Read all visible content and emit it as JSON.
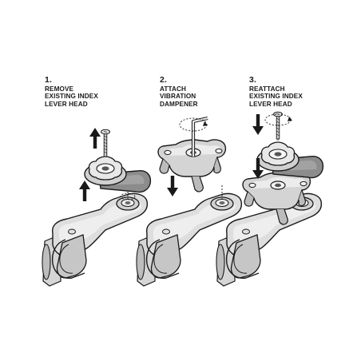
{
  "steps": [
    {
      "number": "1.",
      "lines": [
        "REMOVE",
        "EXISTING INDEX",
        "LEVER HEAD"
      ]
    },
    {
      "number": "2.",
      "lines": [
        "ATTACH",
        "VIBRATION",
        "DAMPENER"
      ]
    },
    {
      "number": "3.",
      "lines": [
        "REATTACH",
        "EXISTING INDEX",
        "LEVER HEAD"
      ]
    }
  ],
  "colors": {
    "outline": "#1a1a1a",
    "metal_light": "#e6e6e6",
    "metal_mid": "#c4c4c4",
    "metal_dark": "#9a9a9a",
    "pad": "#8c8c8c",
    "background": "#ffffff"
  },
  "icons": [
    "arrow-up-icon",
    "arrow-down-icon",
    "screw-icon",
    "hex-key-icon",
    "rotation-indicator-icon"
  ]
}
